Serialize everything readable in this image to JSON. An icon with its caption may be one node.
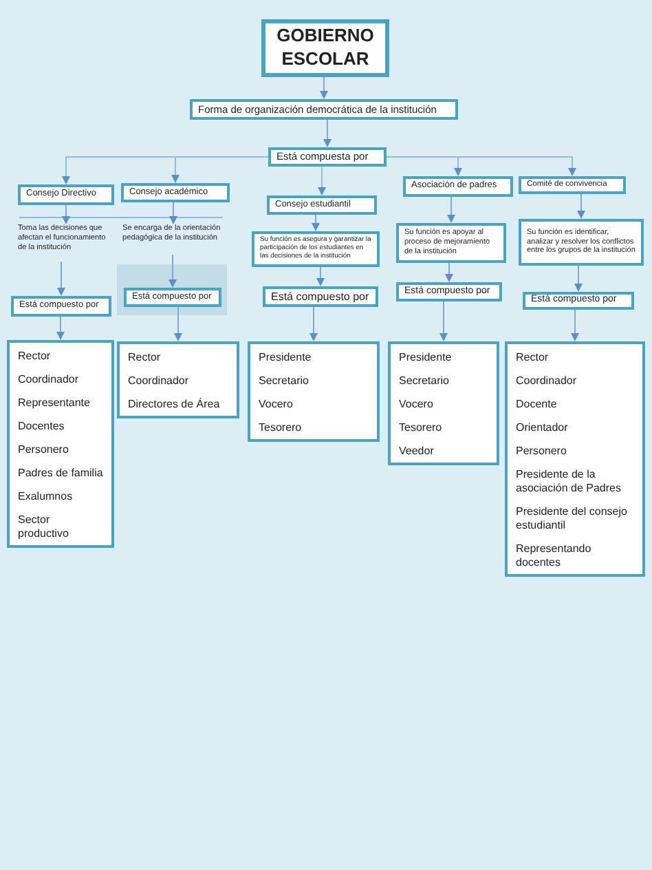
{
  "diagram": {
    "nodes": [
      {
        "text": [
          "GOBIERNO ESCOLAR"
        ]
      },
      {
        "text": [
          "Forma de organización democrática de la institución"
        ]
      },
      {
        "text": [
          "Está compuesta por"
        ]
      },
      {
        "text": [
          "Consejo Directivo"
        ]
      },
      {
        "text": [
          "Consejo académico"
        ]
      },
      {
        "text": [
          "Consejo estudiantil"
        ]
      },
      {
        "text": [
          "Asociación de padres"
        ]
      },
      {
        "text": [
          "Comité de convivencia"
        ]
      },
      {
        "text": [
          "Toma las decisiones que afectan el funcionamiento de la institución"
        ]
      },
      {
        "text": [
          "Se encarga de la orientación pedagógica de la institución"
        ]
      },
      {
        "text": [
          "Su función es asegura y garantizar la participación de los estudiantes en las decisiones de la institución"
        ]
      },
      {
        "text": [
          "Su función es apoyar al proceso de mejoramiento de la institución"
        ]
      },
      {
        "text": [
          "Su función es identificar, analizar y resolver los conflictos entre los grupos de la institución"
        ]
      },
      {
        "text": [
          "Está compuesto por"
        ]
      },
      {
        "text": [
          "Está compuesto por"
        ]
      },
      {
        "text": [
          "Está compuesto por"
        ]
      },
      {
        "text": [
          "Está compuesto por"
        ]
      },
      {
        "text": [
          "Está compuesto por"
        ]
      },
      {
        "text": [
          "Rector",
          "Coordinador",
          "Representante",
          "Docentes",
          "Personero",
          "Padres de familia",
          "Exalumnos",
          "Sector productivo"
        ]
      },
      {
        "text": [
          "Rector",
          "Coordinador",
          "Directores de Área"
        ]
      },
      {
        "text": [
          "Presidente",
          "Secretario",
          "Vocero",
          "Tesorero"
        ]
      },
      {
        "text": [
          "Presidente",
          "Secretario",
          "Vocero",
          "Tesorero",
          "Veedor"
        ]
      },
      {
        "text": [
          "Rector",
          "Coordinador",
          "Docente",
          "Orientador",
          "Personero",
          "Presidente de la asociación de Padres",
          "Presidente del consejo estudiantil",
          "Representando docentes"
        ]
      }
    ],
    "edges": [
      {
        "from": 0,
        "to": 1,
        "arrow": "to"
      },
      {
        "from": 1,
        "to": 2,
        "arrow": "to"
      },
      {
        "from": 2,
        "to": 3,
        "arrow": "to"
      },
      {
        "from": 2,
        "to": 4,
        "arrow": "to"
      },
      {
        "from": 2,
        "to": 5,
        "arrow": "to"
      },
      {
        "from": 2,
        "to": 6,
        "arrow": "to"
      },
      {
        "from": 2,
        "to": 7,
        "arrow": "to"
      },
      {
        "from": 3,
        "to": 8,
        "arrow": "to"
      },
      {
        "from": 4,
        "to": 9,
        "arrow": "to"
      },
      {
        "from": 5,
        "to": 10,
        "arrow": "to"
      },
      {
        "from": 6,
        "to": 11,
        "arrow": "to"
      },
      {
        "from": 7,
        "to": 12,
        "arrow": "to"
      },
      {
        "from": 8,
        "to": 13,
        "arrow": "to"
      },
      {
        "from": 9,
        "to": 14,
        "arrow": "to"
      },
      {
        "from": 10,
        "to": 15,
        "arrow": "to"
      },
      {
        "from": 11,
        "to": 16,
        "arrow": "to"
      },
      {
        "from": 12,
        "to": 17,
        "arrow": "to"
      },
      {
        "from": 13,
        "to": 18,
        "arrow": "to"
      },
      {
        "from": 14,
        "to": 19,
        "arrow": "to"
      },
      {
        "from": 15,
        "to": 20,
        "arrow": "to"
      },
      {
        "from": 16,
        "to": 21,
        "arrow": "to"
      },
      {
        "from": 17,
        "to": 22,
        "arrow": "to"
      }
    ]
  }
}
